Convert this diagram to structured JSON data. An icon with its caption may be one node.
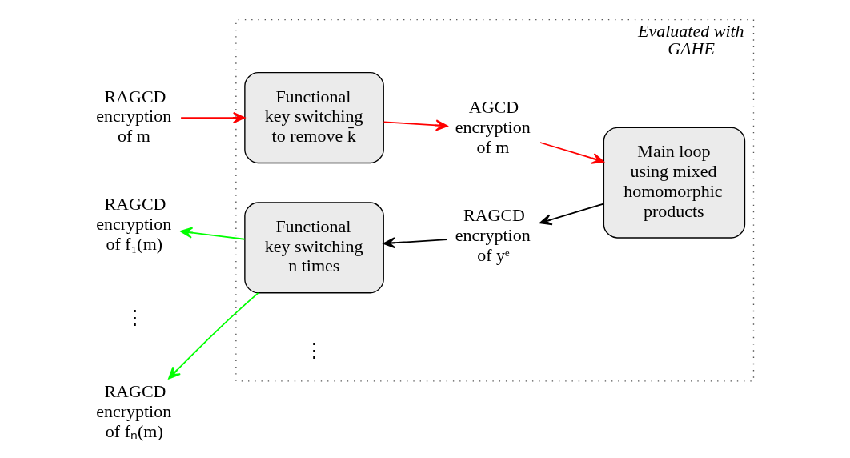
{
  "diagram": {
    "nodes": [
      {
        "text": [
          "Evaluated with GAHE"
        ]
      },
      {
        "text": [
          "RAGCD encryption of m"
        ]
      },
      {
        "text": [
          "Functional key switching to remove k̄"
        ],
        "in": 0
      },
      {
        "text": [
          "AGCD encryption of m"
        ],
        "in": 0
      },
      {
        "text": [
          "Main loop using mixed homomorphic products"
        ],
        "in": 0
      },
      {
        "text": [
          "RAGCD encryption of yᵉ"
        ],
        "in": 0
      },
      {
        "text": [
          "Functional key switching n times"
        ],
        "in": 0
      },
      {
        "text": [
          "RAGCD encryption of f₁(m)"
        ]
      },
      {
        "text": [
          "RAGCD encryption of fₙ(m)"
        ]
      }
    ],
    "edges": [
      {
        "from": 1,
        "to": 2,
        "arrow": "to"
      },
      {
        "from": 2,
        "to": 3,
        "arrow": "to"
      },
      {
        "from": 3,
        "to": 4,
        "arrow": "to"
      },
      {
        "from": 4,
        "to": 5,
        "arrow": "to",
        "color": "#000000"
      },
      {
        "from": 5,
        "to": 6,
        "arrow": "to",
        "color": "#000000"
      },
      {
        "from": 6,
        "to": 7,
        "arrow": "to",
        "color": "#00ff00"
      },
      {
        "from": 6,
        "to": 8,
        "arrow": "to",
        "color": "#00ff00"
      }
    ],
    "labels": [
      "⋮",
      "⋮"
    ]
  }
}
